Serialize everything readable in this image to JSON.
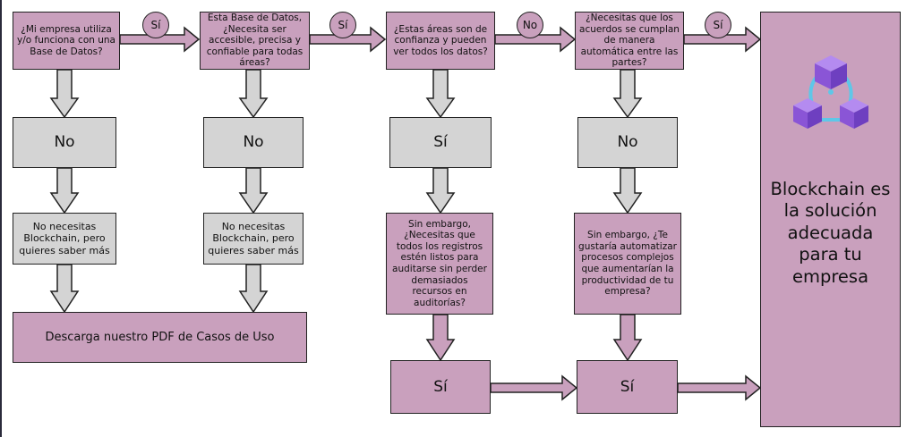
{
  "flow": {
    "q1": "¿Mi empresa utiliza y/o funciona con una Base de Datos?",
    "q2": "Esta Base de Datos, ¿Necesita ser accesible, precisa y confiable para todas áreas?",
    "q3": "¿Estas áreas son de confianza y pueden ver todos los datos?",
    "q4": "¿Necesitas que los acuerdos se cumplan de manera automática entre las partes?",
    "edge_q1_q2": "Sí",
    "edge_q2_q3": "Sí",
    "edge_q3_q4": "No",
    "edge_q4_final": "Sí",
    "ans1": "No",
    "ans2": "No",
    "ans3": "Sí",
    "ans4": "No",
    "note1": "No necesitas Blockchain, pero quieres saber más",
    "note2": "No necesitas Blockchain, pero quieres saber más",
    "q5": "Sin embargo, ¿Necesitas que todos los registros estén listos para auditarse sin perder demasiados recursos en auditorías?",
    "q6": "Sin embargo, ¿Te gustaría automatizar procesos complejos que aumentarían la productividad de tu empresa?",
    "yes5": "Sí",
    "yes6": "Sí",
    "download": "Descarga nuestro PDF de Casos de Uso",
    "final": "Blockchain es la solución adecuada para tu empresa",
    "icon": "blockchain-cubes-icon"
  },
  "colors": {
    "box_pink": "#c9a0bd",
    "box_gray": "#d4d4d4",
    "icon_cube": "#9b6be0",
    "icon_link": "#5ec7e8"
  }
}
